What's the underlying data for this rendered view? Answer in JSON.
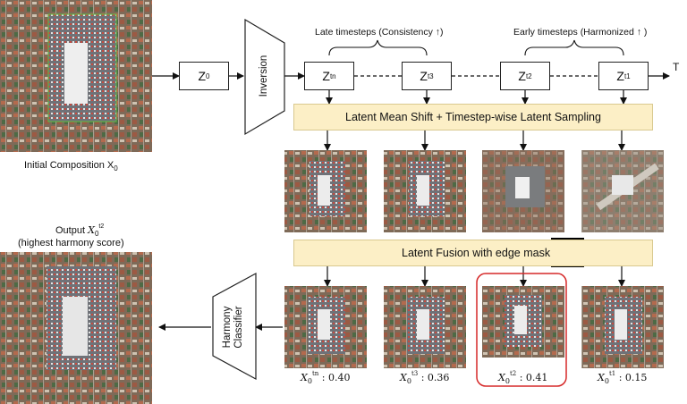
{
  "labels": {
    "initial_composition": "Initial Composition X",
    "initial_sub": "0",
    "inversion": "Inversion",
    "z0": "Z",
    "z0_sub": "0",
    "late_timesteps": "Late timesteps (Consistency ↑)",
    "early_timesteps": "Early timesteps (Harmonized ↑ )",
    "axis_t": "T",
    "latent_shift": "Latent Mean Shift + Timestep-wise Latent Sampling",
    "latent_fusion": "Latent Fusion with edge mask",
    "harmony_classifier_1": "Harmony",
    "harmony_classifier_2": "Classifier",
    "output_title": "Output",
    "output_subtitle": "(highest harmony score)"
  },
  "timesteps": [
    {
      "z": "Z",
      "sub": "tn"
    },
    {
      "z": "Z",
      "sub": "t3"
    },
    {
      "z": "Z",
      "sub": "t2"
    },
    {
      "z": "Z",
      "sub": "t1"
    }
  ],
  "scores": [
    {
      "sup": "tn",
      "value": ": 0.40"
    },
    {
      "sup": "t3",
      "value": ": 0.36"
    },
    {
      "sup": "t2",
      "value": ": 0.41"
    },
    {
      "sup": "t1",
      "value": ": 0.15"
    }
  ],
  "output_sup": "t2",
  "colors": {
    "band": "#fcefc6",
    "highlight": "#d62828",
    "foreground_box": "#5fbf3f"
  }
}
